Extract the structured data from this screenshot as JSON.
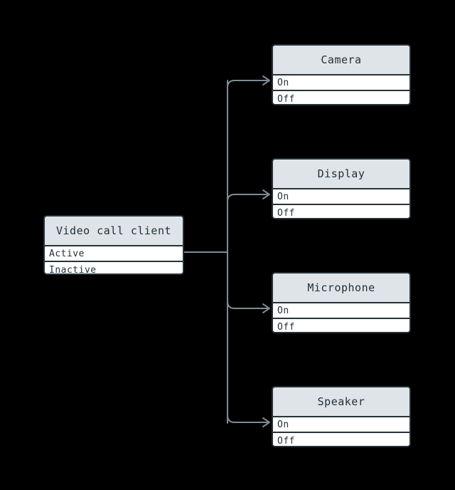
{
  "diagram": {
    "background_color": "#000000",
    "edge_color": "#7d8c95",
    "border_color": "#263238",
    "header_fill": "#dfe4e8",
    "row_fill": "#ffffff",
    "text_color": "#22303a",
    "source": {
      "id": "video-call-client",
      "title": "Video call client",
      "states": [
        "Active",
        "Inactive"
      ]
    },
    "targets": [
      {
        "id": "camera",
        "title": "Camera",
        "states": [
          "On",
          "Off"
        ]
      },
      {
        "id": "display",
        "title": "Display",
        "states": [
          "On",
          "Off"
        ]
      },
      {
        "id": "microphone",
        "title": "Microphone",
        "states": [
          "On",
          "Off"
        ]
      },
      {
        "id": "speaker",
        "title": "Speaker",
        "states": [
          "On",
          "Off"
        ]
      }
    ],
    "edges": [
      {
        "from": "video-call-client",
        "to": "camera"
      },
      {
        "from": "video-call-client",
        "to": "display"
      },
      {
        "from": "video-call-client",
        "to": "microphone"
      },
      {
        "from": "video-call-client",
        "to": "speaker"
      }
    ]
  }
}
